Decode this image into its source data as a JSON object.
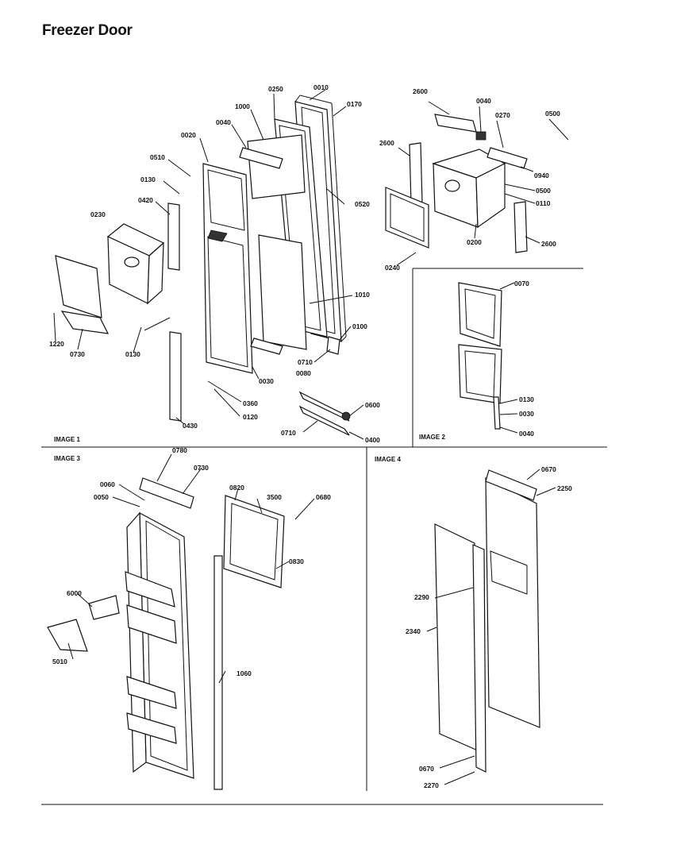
{
  "title": "Freezer Door",
  "panels": {
    "image1": "IMAGE 1",
    "image2": "IMAGE 2",
    "image3": "IMAGE 3",
    "image4": "IMAGE 4"
  },
  "callouts": [
    "0250",
    "0010",
    "0170",
    "1000",
    "0040",
    "0020",
    "0510",
    "0130",
    "0420",
    "0230",
    "1220",
    "0730",
    "0130",
    "0520",
    "1010",
    "0100",
    "0710",
    "0080",
    "0030",
    "0360",
    "0120",
    "0430",
    "0600",
    "0710",
    "0400",
    "2600",
    "0040",
    "0270",
    "0500",
    "2600",
    "0940",
    "0500",
    "0110",
    "0200",
    "2600",
    "0240",
    "0070",
    "0130",
    "0030",
    "0040",
    "0780",
    "0730",
    "0060",
    "0050",
    "0820",
    "3500",
    "0680",
    "0830",
    "6000",
    "5010",
    "1060",
    "0670",
    "2250",
    "2290",
    "2340",
    "0670",
    "2270"
  ]
}
